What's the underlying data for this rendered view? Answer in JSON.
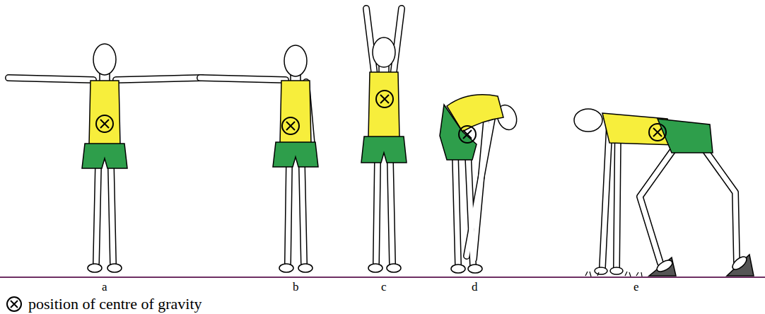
{
  "diagram": {
    "labels": [
      "a",
      "b",
      "c",
      "d",
      "e"
    ],
    "legend": [
      {
        "text": "position of centre of gravity"
      }
    ]
  }
}
